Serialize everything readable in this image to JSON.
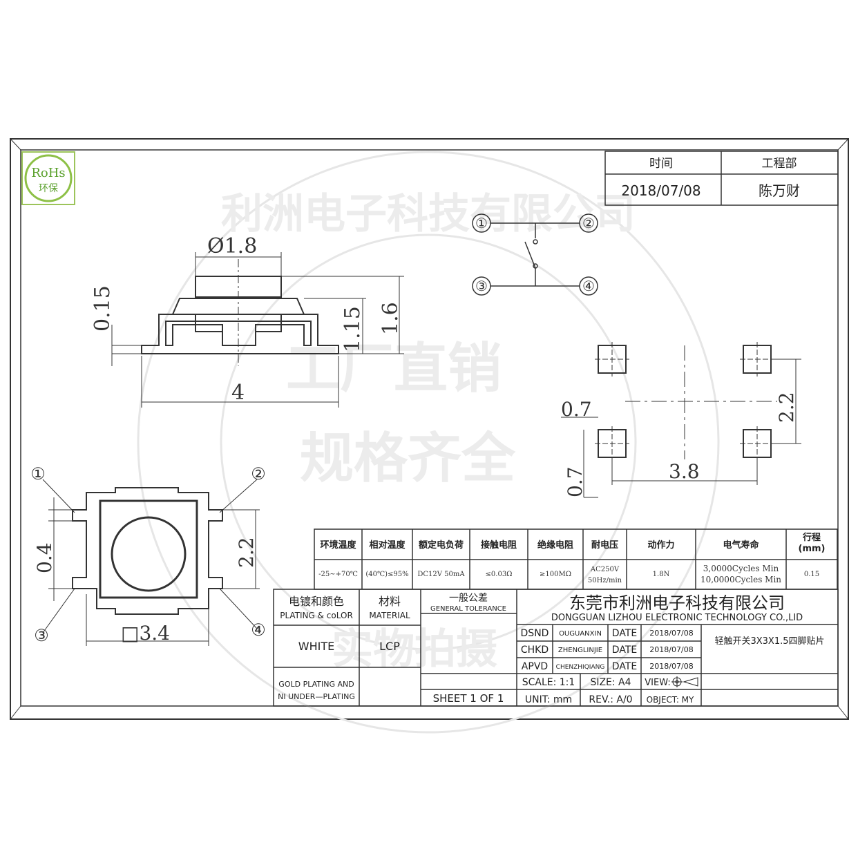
{
  "rohs": {
    "line1": "RoHs",
    "line2": "环保"
  },
  "top_block": {
    "time_label": "时间",
    "dept_label": "工程部",
    "date": "2018/07/08",
    "person": "陈万财"
  },
  "dims": {
    "d_phi": "Ø1.8",
    "d_015": "0.15",
    "d_115": "1.15",
    "d_16": "1.6",
    "d_4": "4",
    "d_07a": "0.7",
    "d_07b": "0.7",
    "d_22r": "2.2",
    "d_38": "3.8",
    "d_04": "0.4",
    "d_22l": "2.2",
    "d_34": "□3.4"
  },
  "pins": [
    "①",
    "②",
    "③",
    "④"
  ],
  "spec_table": {
    "headers": [
      "环境温度",
      "相对温度",
      "额定电负荷",
      "接触电阻",
      "绝缘电阻",
      "耐电压",
      "动作力",
      "电气寿命",
      "行程\n(mm)"
    ],
    "values": [
      "-25~+70℃",
      "(40℃)≤95%",
      "DC12V 50mA",
      "≤0.03Ω",
      "≥100MΩ",
      "AC250V\n50Hz/min",
      "1.8N",
      "3,0000Cycles Min\n10,0000Cycles Min",
      "0.15"
    ]
  },
  "title_block": {
    "plating_cn": "电镀和颜色",
    "plating_en": "PLATING & coLOR",
    "material_cn": "材料",
    "material_en": "MATERIAL",
    "tol_cn": "一般公差",
    "tol_en": "GENERAL TOLERANCE",
    "color_value": "WHITE",
    "material_value": "LCP",
    "gold1": "GOLD PLATING AND",
    "gold2": "NI UNDER—PLATING",
    "sheet": "SHEET 1 OF 1",
    "company_cn": "东莞市利洲电子科技有限公司",
    "company_en": "DONGGUAN LIZHOU ELECTRONIC TECHNOLOGY CO.,LID",
    "dsnd_label": "DSND",
    "dsnd_name": "OUGUANXIN",
    "chkd_label": "CHKD",
    "chkd_name": "ZHENGLINJIE",
    "apvd_label": "APVD",
    "apvd_name": "CHENZHIQIANG",
    "date_label": "DATE",
    "date_value": "2018/07/08",
    "part_name": "轻触开关3X3X1.5四脚贴片",
    "scale": "SCALE:  1:1",
    "size": "SIZE:  A4",
    "view": "VIEW:",
    "unit": "UNIT:  mm",
    "rev": "REV.:  A/0",
    "object": "OBJECT:  MY"
  },
  "watermark": {
    "row1": "利洲电子科技有限公司",
    "row2": "工厂直销",
    "row3": "规格齐全",
    "row4": "实物拍摄"
  }
}
